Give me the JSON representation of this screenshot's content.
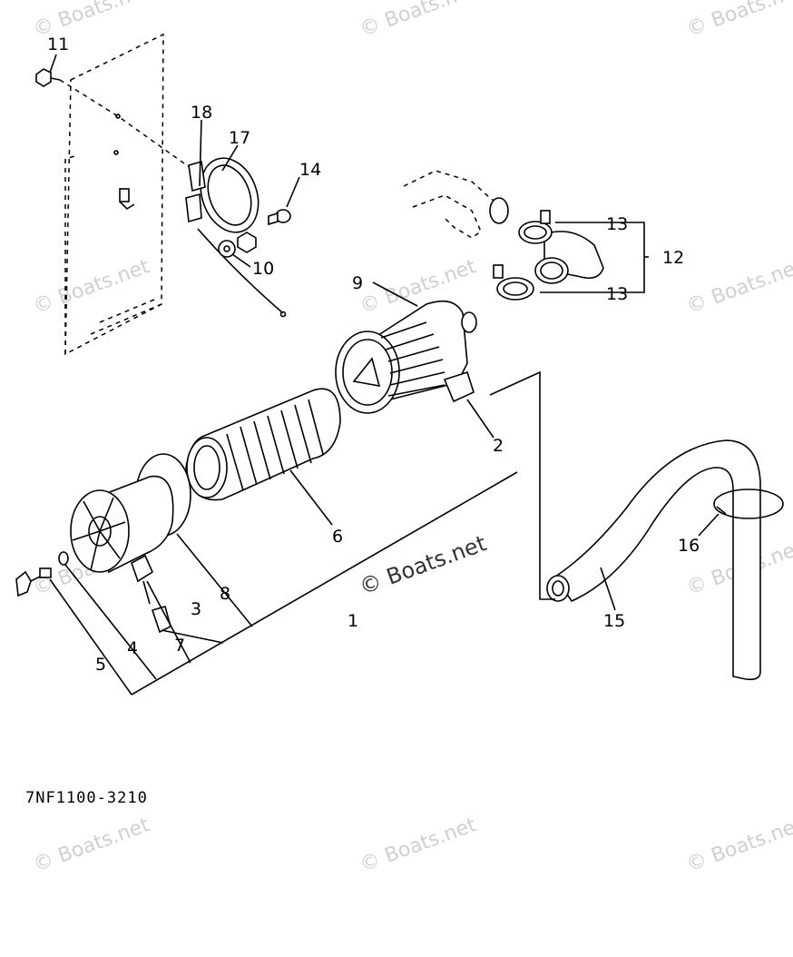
{
  "diagram_code": "7NF1100-3210",
  "watermark": "© Boats.net",
  "watermark_main": "© Boats.net",
  "colors": {
    "line": "#000000",
    "background": "#ffffff",
    "watermark": "#d0d0d0"
  },
  "callouts": {
    "p1": "1",
    "p2": "2",
    "p3": "3",
    "p4": "4",
    "p5": "5",
    "p6": "6",
    "p7": "7",
    "p8": "8",
    "p9": "9",
    "p10": "10",
    "p11": "11",
    "p12": "12",
    "p13a": "13",
    "p13b": "13",
    "p14": "14",
    "p15": "15",
    "p16": "16",
    "p17": "17",
    "p18": "18"
  }
}
